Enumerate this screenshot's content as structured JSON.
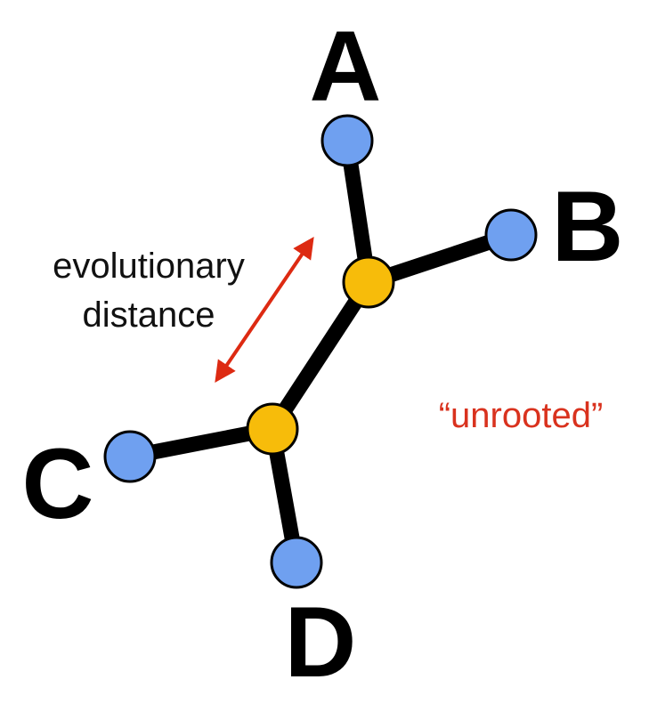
{
  "diagram": {
    "leaves": [
      {
        "id": "A",
        "label": "A"
      },
      {
        "id": "B",
        "label": "B"
      },
      {
        "id": "C",
        "label": "C"
      },
      {
        "id": "D",
        "label": "D"
      }
    ],
    "internal_nodes": [
      "upper",
      "lower"
    ],
    "edges": [
      [
        "A",
        "upper"
      ],
      [
        "B",
        "upper"
      ],
      [
        "upper",
        "lower"
      ],
      [
        "C",
        "lower"
      ],
      [
        "D",
        "lower"
      ]
    ],
    "distance_label_line1": "evolutionary",
    "distance_label_line2": "distance",
    "tree_type_label": "“unrooted”"
  },
  "colors": {
    "leaf_node": "#6fa0f0",
    "internal_node": "#f7bc0a",
    "edge": "#000000",
    "arrow": "#dd2a12",
    "tree_type_text": "#d9321e"
  }
}
